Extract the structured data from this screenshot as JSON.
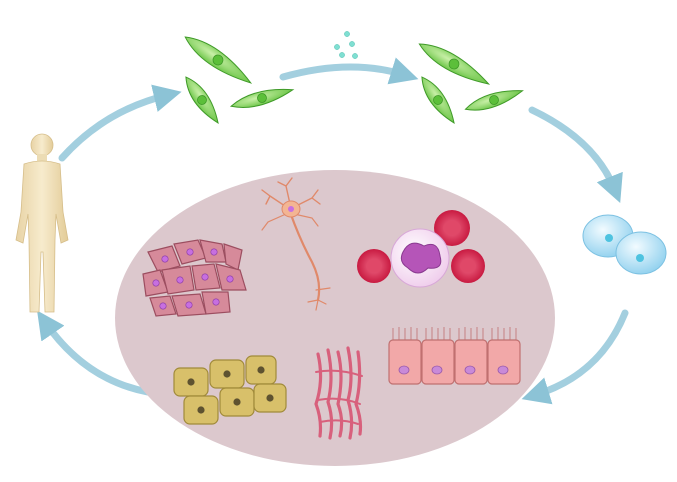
{
  "diagram": {
    "flow": [
      "human-body",
      "somatic-fibroblasts",
      "reprogrammed-fibroblasts",
      "induced-stem-cells",
      "differentiated-cells",
      "human-body"
    ],
    "arrow_color": "#9ccbdc",
    "differentiation_oval_color": "#dcc8cd",
    "body_color": "#f1e2bf",
    "fibroblast_color": "#8fd86a",
    "stem_cell_color": "#bfe6f7",
    "factor_dot_color": "#7fdfd2",
    "differentiated_cells": [
      {
        "name": "cardiomyocyte-cluster",
        "color": "#d68a9a"
      },
      {
        "name": "neuron",
        "color": "#f0b08e"
      },
      {
        "name": "blood-cells",
        "color": "#d42a50"
      },
      {
        "name": "hepatocyte-cluster",
        "color": "#d8c06a"
      },
      {
        "name": "muscle-fibers",
        "color": "#e98aa2"
      },
      {
        "name": "epithelial-cells",
        "color": "#f2a8a8"
      }
    ]
  }
}
